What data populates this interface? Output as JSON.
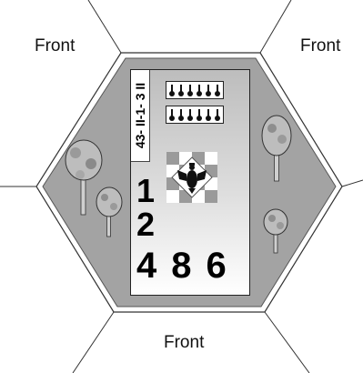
{
  "hex_labels": {
    "top_left": "Front",
    "top_right": "Front",
    "bottom": "Front"
  },
  "counter": {
    "unit_id": "43- II-1- 3 II",
    "strength_top": "1",
    "strength_middle": "2",
    "factors": [
      "4",
      "8",
      "6"
    ],
    "insignia": "eagle-crest",
    "weapon_icons": [
      "gun-battery-icon",
      "gun-battery-icon"
    ]
  },
  "terrain": {
    "type": "woods",
    "tree_count": 4
  },
  "colors": {
    "hex_fill": "#a3a3a3",
    "board_fill": "#ffffff",
    "grid_line": "#333333"
  }
}
